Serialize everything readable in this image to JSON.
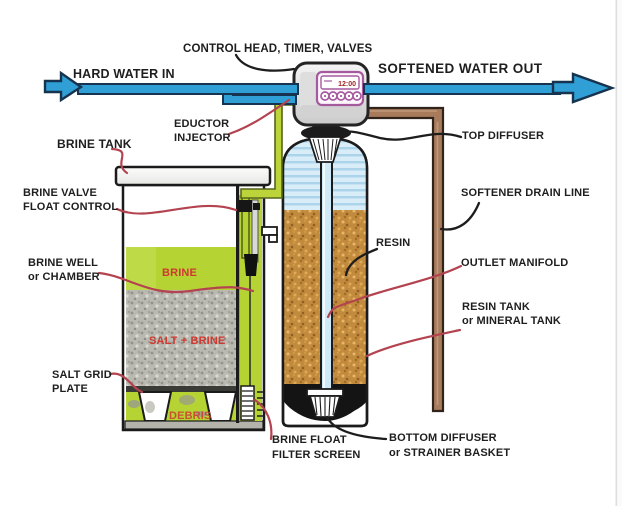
{
  "diagram": {
    "labels": {
      "control_head": "CONTROL HEAD, TIMER, VALVES",
      "hard_water_in": "HARD WATER IN",
      "softened_water_out": "SOFTENED WATER OUT",
      "eductor_line1": "EDUCTOR",
      "eductor_line2": "INJECTOR",
      "brine_tank": "BRINE TANK",
      "brine_valve_line1": "BRINE VALVE",
      "brine_valve_line2": "FLOAT CONTROL",
      "brine_well_line1": "BRINE WELL",
      "brine_well_line2": "or CHAMBER",
      "salt_grid_line1": "SALT GRID",
      "salt_grid_line2": "PLATE",
      "brine_float_line1": "BRINE FLOAT",
      "brine_float_line2": "FILTER SCREEN",
      "top_diffuser": "TOP DIFFUSER",
      "softener_drain_line": "SOFTENER DRAIN LINE",
      "resin": "RESIN",
      "outlet_manifold": "OUTLET MANIFOLD",
      "resin_tank_line1": "RESIN TANK",
      "resin_tank_line2": "or MINERAL TANK",
      "bottom_diffuser_line1": "BOTTOM DIFFUSER",
      "bottom_diffuser_line2": "or STRAINER BASKET",
      "brine_zone": "BRINE",
      "salt_brine_zone": "SALT + BRINE",
      "debris_zone": "DEBRIS"
    },
    "control_head_display": "12:00",
    "colors": {
      "pipe_blue": "#2f9fd6",
      "pipe_outline": "#16344f",
      "drain_brown": "#a87b5d",
      "brine_green": "#b5d434",
      "resin_amber": "#c18a3c",
      "salt_gray": "#bab9b1",
      "pointer_red": "#b44350",
      "pointer_black": "#1d1d1d",
      "red_text": "#ce3a31",
      "panel_purple": "#a55a9e"
    }
  }
}
